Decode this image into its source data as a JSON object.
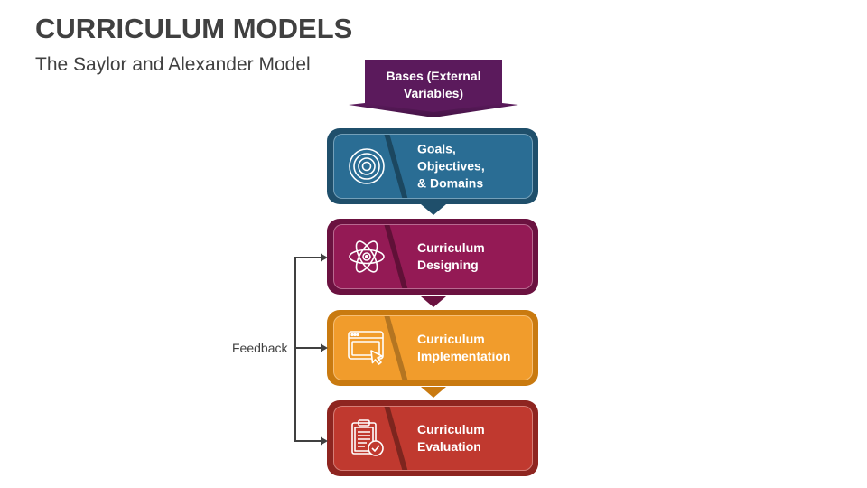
{
  "header": {
    "title": "CURRICULUM MODELS",
    "subtitle": "The Saylor and Alexander Model"
  },
  "bases": {
    "label": "Bases (External Variables)",
    "color": "#5b1a5c"
  },
  "stages": [
    {
      "label": "Goals,\nObjectives,\n& Domains",
      "icon": "target-icon",
      "color": "#2a6d94",
      "border_color": "#1f4f6b",
      "arrow_color": "#1f4f6b"
    },
    {
      "label": "Curriculum\nDesigning",
      "icon": "atom-icon",
      "color": "#941a55",
      "border_color": "#6b1240",
      "arrow_color": "#6b1240"
    },
    {
      "label": "Curriculum\nImplementation",
      "icon": "browser-cursor-icon",
      "color": "#f19c2c",
      "border_color": "#c97a10",
      "arrow_color": "#c97a10"
    },
    {
      "label": "Curriculum\nEvaluation",
      "icon": "clipboard-check-icon",
      "color": "#c0392f",
      "border_color": "#8e2520"
    }
  ],
  "feedback": {
    "label": "Feedback",
    "color": "#404040"
  }
}
